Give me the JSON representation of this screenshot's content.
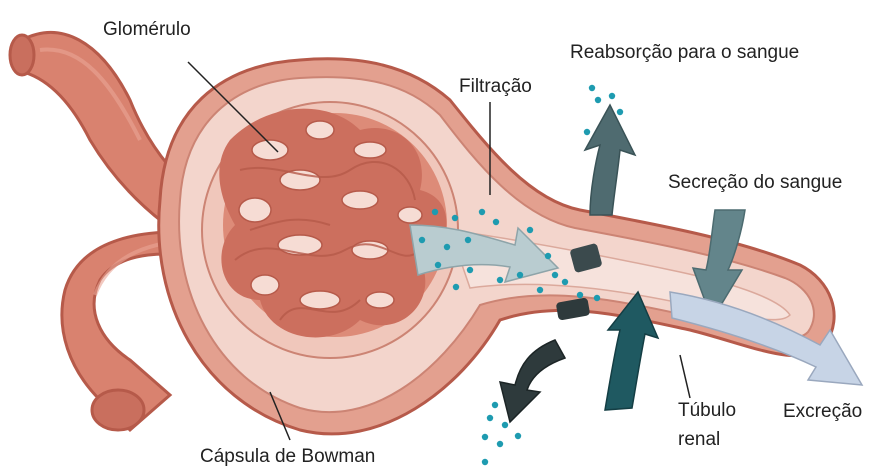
{
  "labels": {
    "glomerulo": "Glomérulo",
    "filtracao": "Filtração",
    "reabsorcao": "Reabsorção para o sangue",
    "secrecao": "Secreção do sangue",
    "excrecao": "Excreção",
    "tubulo_line1": "Túbulo",
    "tubulo_line2": "renal",
    "capsula": "Cápsula de Bowman"
  },
  "colors": {
    "vessel": "#d9826f",
    "vessel_dark": "#b65a4a",
    "capsule_outer": "#e3a08f",
    "capsule_inner": "#f3d5cc",
    "tubule_lumen": "#f6e2dc",
    "particle": "#1e9bb0",
    "arrow_reabsorb": "#4f6b70",
    "arrow_secrete": "#63858b",
    "arrow_reenter": "#1f5961",
    "arrow_excrete": "#c7d4e6",
    "arrow_filter": "#b9ccd0",
    "arrow_out": "#2e3a3c"
  }
}
